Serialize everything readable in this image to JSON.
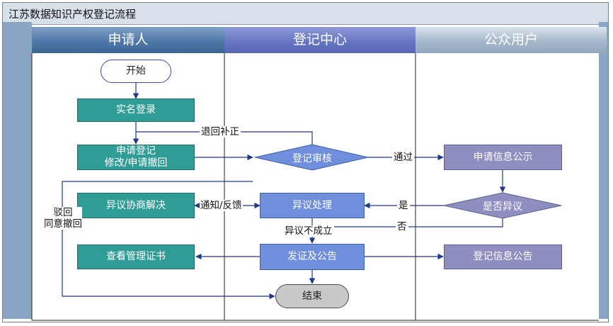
{
  "title": "江苏数据知识产权登记流程",
  "lanes": {
    "applicant": "申请人",
    "center": "登记中心",
    "public": "公众用户"
  },
  "nodes": {
    "start": "开始",
    "real_name_login": "实名登录",
    "apply_line1": "申请登记",
    "apply_line2": "修改/申请撤回",
    "review": "登记审核",
    "publicize": "申请信息公示",
    "has_objection": "是否异议",
    "negotiate": "异议协商解决",
    "handle_objection": "异议处理",
    "view_cert": "查看管理证书",
    "issue_cert": "发证及公告",
    "register_notice": "登记信息公告",
    "end": "结束"
  },
  "edge_labels": {
    "return_fix": "退回补正",
    "passed": "通过",
    "yes": "是",
    "no": "否",
    "notify_feedback": "通知/反馈",
    "objection_fails": "异议不成立",
    "reject_line1": "驳回",
    "reject_line2": "同意撤回"
  },
  "colors": {
    "lane_band": "#8aa4c4",
    "applicant_box": "#2f9c95",
    "center_box": "#6f8edb",
    "public_box": "#8e8fc0",
    "arrow": "#1f3a8c"
  }
}
